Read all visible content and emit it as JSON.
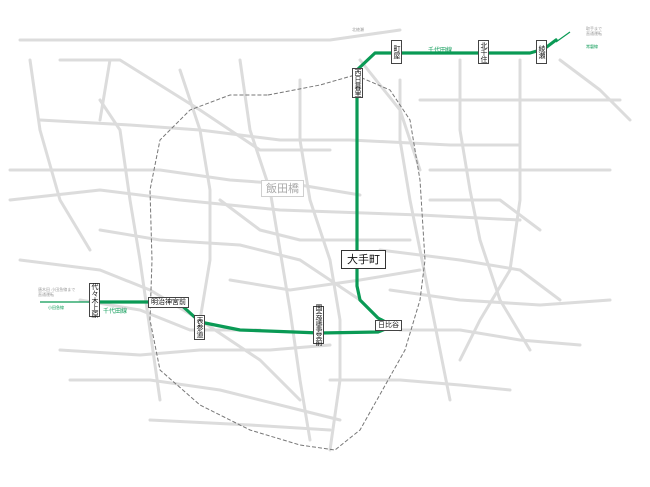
{
  "colors": {
    "chiyoda_line": "#0a9a55",
    "other_lines": "#dcdcdc",
    "loop_line": "#777777",
    "label_border": "#444444"
  },
  "stations": {
    "yoyogi_uehara": "代々木上原",
    "meiji_jingumae": "明治神宮前",
    "omotesando": "表参道",
    "kokkai_gijidomae": "国会議事堂前",
    "hibiya": "日比谷",
    "otemachi": "大手町",
    "nishi_nippori": "西日暮里",
    "machiya": "町屋",
    "kita_senju": "北千住",
    "ayase": "綾瀬"
  },
  "line_labels": {
    "chiyoda_west": "千代田線",
    "chiyoda_north": "千代田線"
  },
  "notes": {
    "west_through": "唐木田 小田急線まで\n直通運転",
    "west_odakyu": "小田急線",
    "north_through": "取手まで\n直通運転",
    "north_joban": "常磐線",
    "kita_ayase": "北綾瀬"
  },
  "background_labels": {
    "iidabashi": "飯田橋"
  }
}
